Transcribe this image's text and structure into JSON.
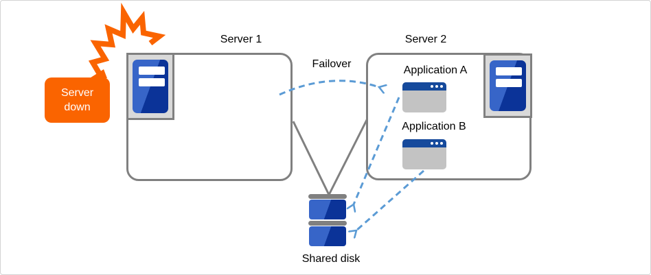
{
  "diagram": {
    "badge": {
      "line1": "Server",
      "line2": "down"
    },
    "server1": {
      "title": "Server 1"
    },
    "server2": {
      "title": "Server 2",
      "apps": [
        {
          "label": "Application A"
        },
        {
          "label": "Application B"
        }
      ]
    },
    "failover_label": "Failover",
    "shared_disk": {
      "label": "Shared disk"
    },
    "icons": {
      "server": "server-icon",
      "application_window": "app-window-icon",
      "shared_disk": "disk-icon",
      "crash": "explosion-icon"
    },
    "colors": {
      "accent_orange": "#FA6400",
      "server_blue_light": "#3765C8",
      "server_blue_dark": "#0B3398",
      "titlebar_blue": "#164A9C",
      "arrow_blue": "#5B9BD5",
      "outline_gray": "#808080",
      "panel_gray": "#D9D9D9",
      "window_gray": "#C3C3C3"
    }
  }
}
